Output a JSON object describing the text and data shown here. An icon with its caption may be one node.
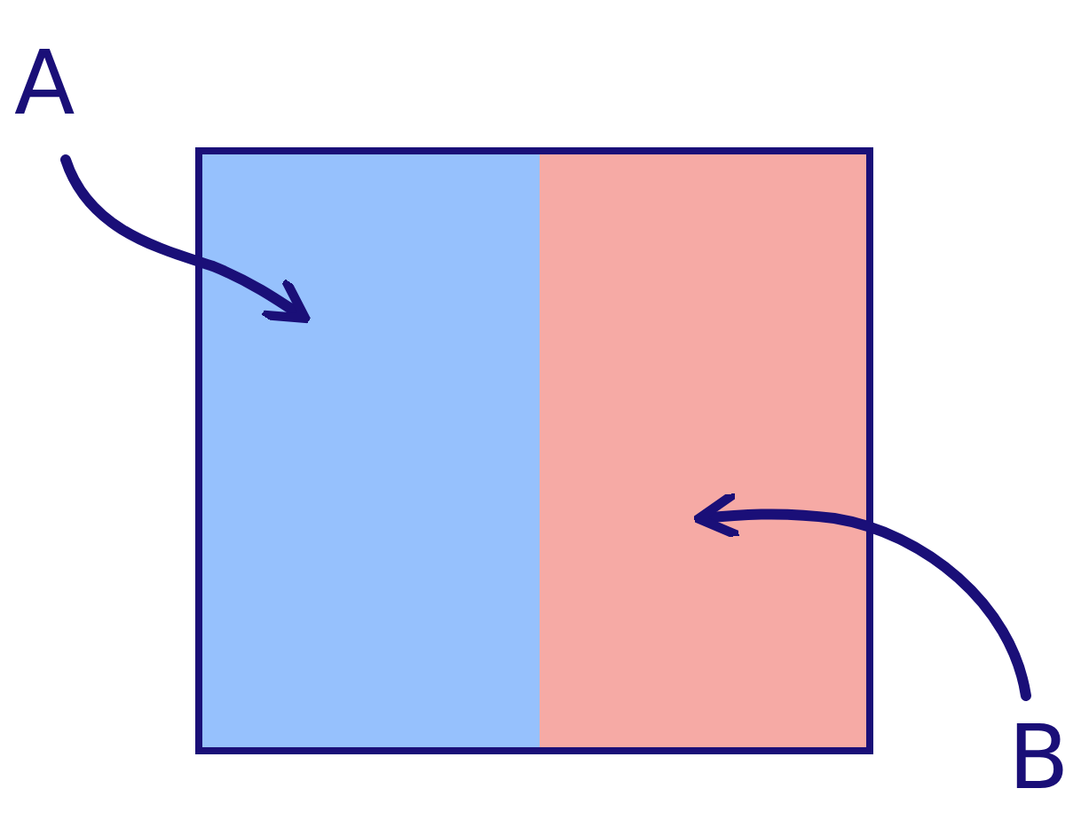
{
  "diagram": {
    "nodes": [
      {
        "text": [
          "A"
        ]
      },
      {
        "text": [],
        "shape": "box"
      },
      {
        "text": [],
        "shape": "box",
        "in": 1
      },
      {
        "text": [],
        "shape": "box",
        "in": 1
      },
      {
        "text": [
          "B"
        ]
      }
    ],
    "edges": [
      {
        "from": 0,
        "to": 2,
        "arrow": "to"
      },
      {
        "from": 4,
        "to": 3,
        "arrow": "to"
      }
    ]
  }
}
